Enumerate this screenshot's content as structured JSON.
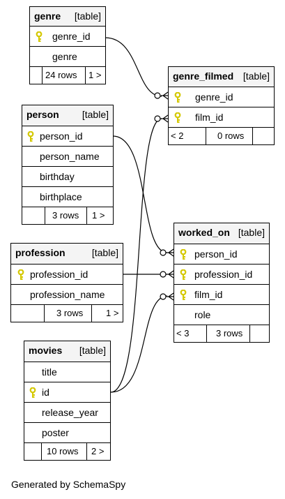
{
  "tables": {
    "genre": {
      "name": "genre",
      "kind": "[table]",
      "columns": [
        "genre_id",
        "genre"
      ],
      "footer": [
        "",
        "24 rows",
        "1 >"
      ]
    },
    "genre_filmed": {
      "name": "genre_filmed",
      "kind": "[table]",
      "columns": [
        "genre_id",
        "film_id"
      ],
      "footer": [
        "< 2",
        "0 rows",
        ""
      ]
    },
    "person": {
      "name": "person",
      "kind": "[table]",
      "columns": [
        "person_id",
        "person_name",
        "birthday",
        "birthplace"
      ],
      "footer": [
        "",
        "3 rows",
        "1 >"
      ]
    },
    "worked_on": {
      "name": "worked_on",
      "kind": "[table]",
      "columns": [
        "person_id",
        "profession_id",
        "film_id",
        "role"
      ],
      "footer": [
        "< 3",
        "3 rows",
        ""
      ]
    },
    "profession": {
      "name": "profession",
      "kind": "[table]",
      "columns": [
        "profession_id",
        "profession_name"
      ],
      "footer": [
        "",
        "3 rows",
        "1 >"
      ]
    },
    "movies": {
      "name": "movies",
      "kind": "[table]",
      "columns": [
        "title",
        "id",
        "release_year",
        "poster"
      ],
      "footer": [
        "",
        "10 rows",
        "2 >"
      ]
    }
  },
  "caption": "Generated by SchemaSpy",
  "key_icon_color": "#d4c800"
}
